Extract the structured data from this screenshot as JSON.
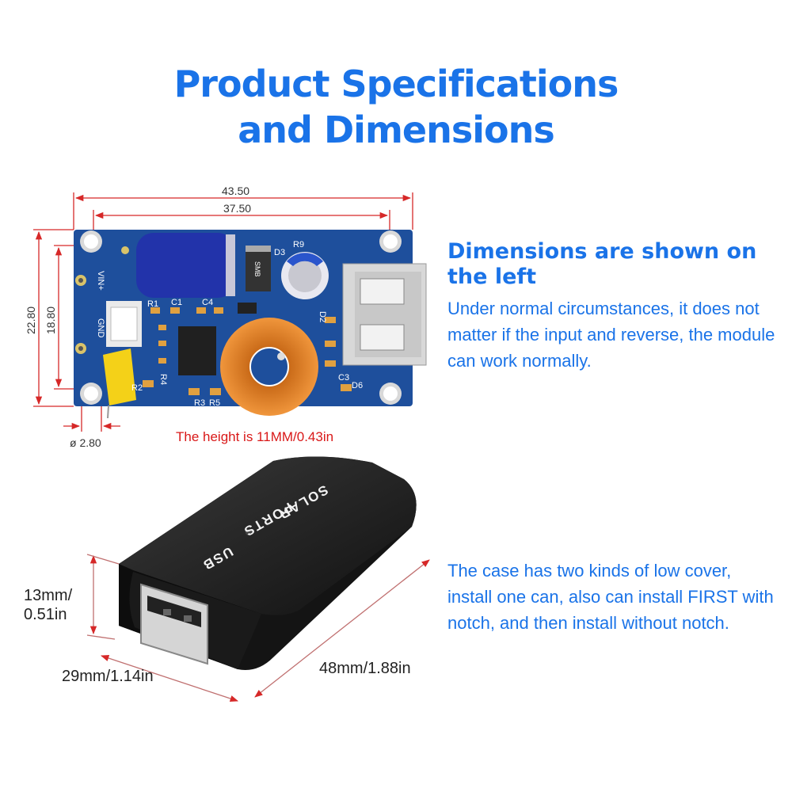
{
  "title": {
    "line1": "Product Specifications",
    "line2": "and Dimensions"
  },
  "board": {
    "dim_outer_width": "43.50",
    "dim_inner_width": "37.50",
    "dim_outer_height": "22.80",
    "dim_inner_height": "18.80",
    "dim_hole": "ø 2.80",
    "height_note": "The height is 11MM/0.43in",
    "silk_vin": "VIN+",
    "silk_gnd": "GND",
    "silk_labels": [
      "R9",
      "D3",
      "SMB",
      "R1",
      "C1",
      "C4",
      "D2",
      "C3",
      "D6",
      "R2",
      "R4",
      "R3",
      "R5"
    ]
  },
  "right_panel": {
    "heading": "Dimensions are shown on the left",
    "paragraph1": "Under normal circumstances, it does not matter if the input and reverse, the module can work normally.",
    "paragraph2": "The case has two kinds of low cover, install one can, also can install FIRST with notch, and then install without notch."
  },
  "case": {
    "label_solar": "SOLAR",
    "label_ports": "PORTS",
    "label_usb": "USB",
    "dim_height": "13mm/ 0.51in",
    "dim_width": "29mm/1.14in",
    "dim_length": "48mm/1.88in"
  },
  "colors": {
    "accent": "#1a73e8",
    "pcb": "#1e4f9c",
    "dimension_line": "#d62828",
    "coil": "#e88a2e",
    "case_body": "#1c1c1c"
  }
}
